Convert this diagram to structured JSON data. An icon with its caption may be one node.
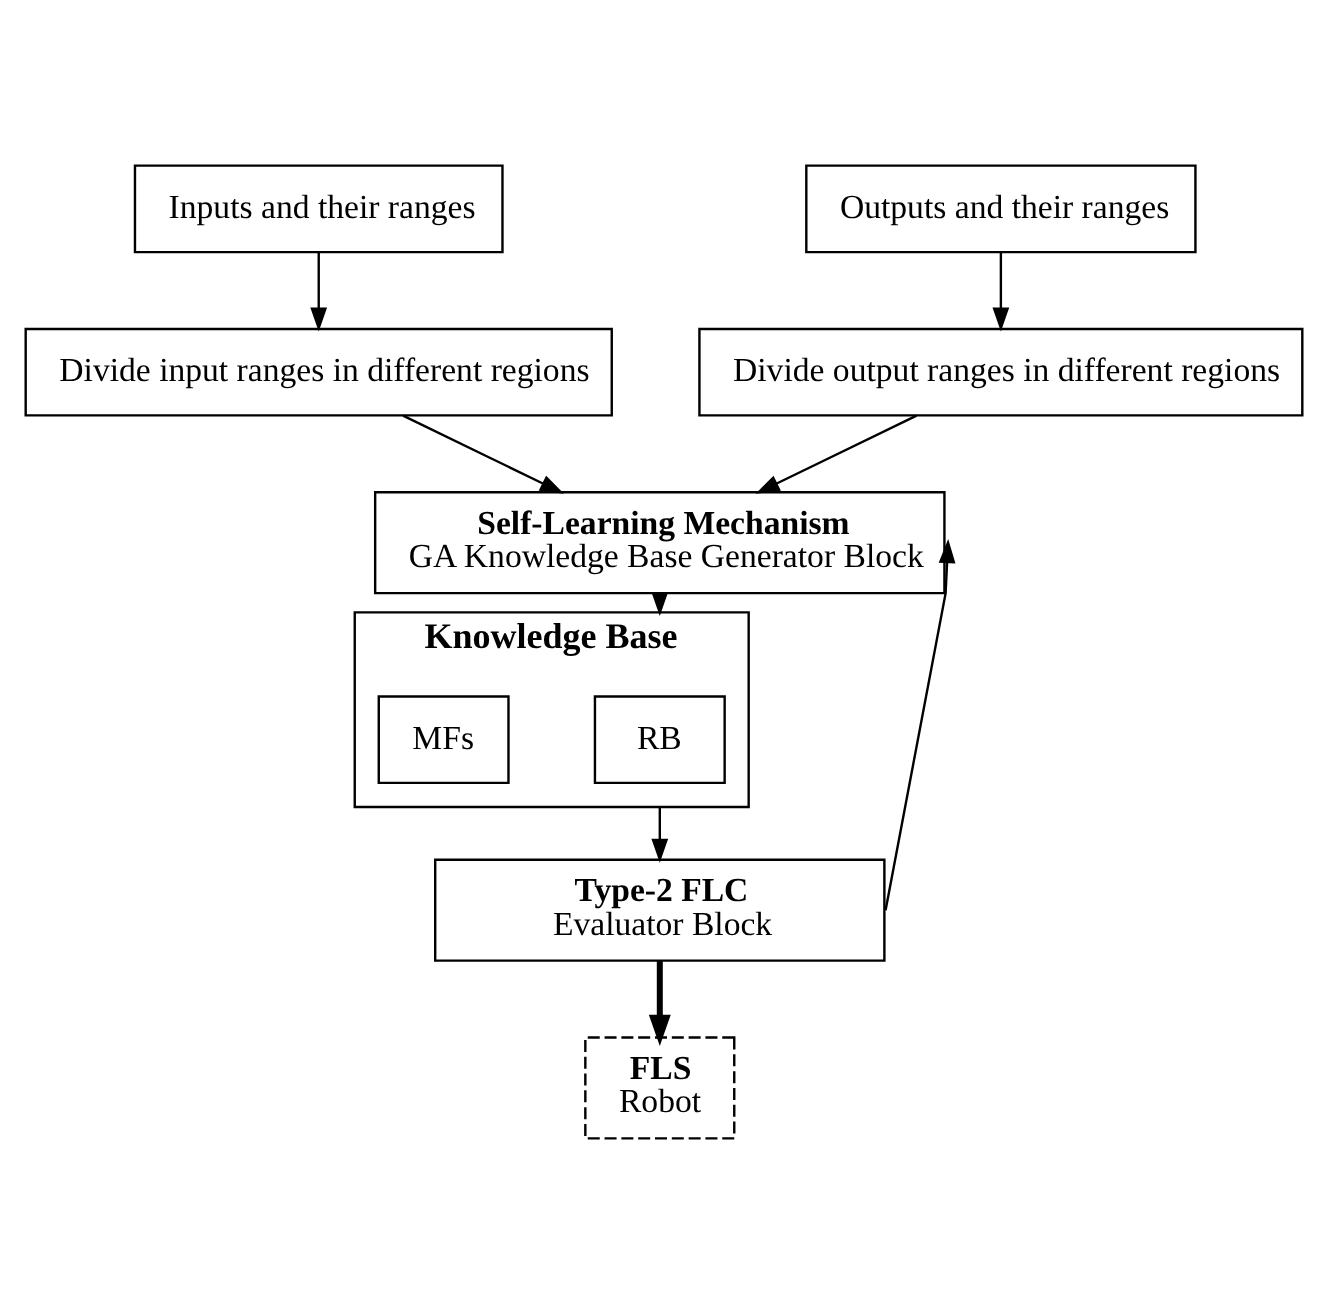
{
  "diagram": {
    "nodes": [
      {
        "text": [
          "Inputs and their ranges"
        ]
      },
      {
        "text": [
          "Outputs and their ranges"
        ]
      },
      {
        "text": [
          "Divide input ranges in different regions"
        ]
      },
      {
        "text": [
          "Divide output ranges in different regions"
        ]
      },
      {
        "text": [
          "Self-Learning Mechanism",
          "GA Knowledge Base Generator Block"
        ]
      },
      {
        "text": [
          "Knowledge Base"
        ]
      },
      {
        "text": [
          "RB"
        ],
        "in": 5
      },
      {
        "text": [
          "MFs"
        ],
        "in": 5
      },
      {
        "text": [
          "Type-2 FLC",
          "Evaluator Block"
        ]
      },
      {
        "text": [
          "FLS",
          "Robot"
        ]
      }
    ],
    "edges": [
      {
        "from": 0,
        "to": 2,
        "arrow": "to"
      },
      {
        "from": 1,
        "to": 3,
        "arrow": "to"
      },
      {
        "from": 2,
        "to": 4,
        "arrow": "to"
      },
      {
        "from": 3,
        "to": 4,
        "arrow": "to"
      },
      {
        "from": 4,
        "to": 5,
        "arrow": "to"
      },
      {
        "from": 5,
        "to": 8,
        "arrow": "to"
      },
      {
        "from": 8,
        "to": 4,
        "arrow": "to"
      },
      {
        "from": 8,
        "to": 9,
        "arrow": "to",
        "style": "thick"
      }
    ]
  }
}
